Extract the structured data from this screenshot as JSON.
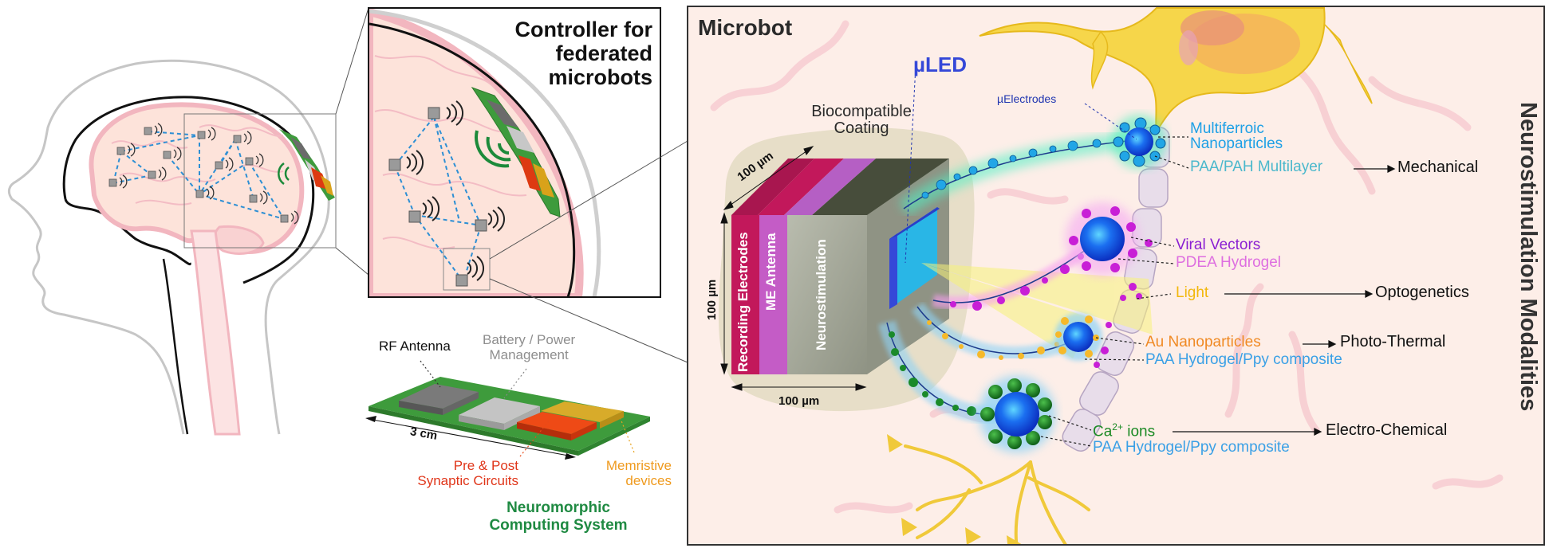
{
  "colors": {
    "microbot_bg": "#fdeee8",
    "brain_fill": "#fde3da",
    "brain_line": "#f0b8c0",
    "network_link": "#2d8fd4",
    "pcb_green": "#3e9b3c",
    "rf_antenna": "#6d6d6d",
    "battery": "#b9b9b9",
    "synaptic": "#dd3a12",
    "memristive": "#d9a21a",
    "recording_layer": "#c2185b",
    "me_layer": "#c05ec8",
    "stim_layer": "#9da192",
    "uled": "#3548d8",
    "nanoparticle_blue": "#1461e6",
    "neuron_yellow": "#f6d64a"
  },
  "controller_panel": {
    "title_lines": [
      "Controller for",
      "federated",
      "microbots"
    ]
  },
  "neuromorphic": {
    "rf_antenna": "RF Antenna",
    "battery_lines": [
      "Battery / Power",
      "Management"
    ],
    "dimension": "3 cm",
    "synaptic_lines": [
      "Pre & Post",
      "Synaptic Circuits"
    ],
    "memristive_lines": [
      "Memristive",
      "devices"
    ],
    "system_title_lines": [
      "Neuromorphic",
      "Computing System"
    ]
  },
  "microbot": {
    "title": "Microbot",
    "coating_lines": [
      "Biocompatible",
      "Coating"
    ],
    "dim_depth": "100 µm",
    "dim_height": "100 µm",
    "dim_width": "100 µm",
    "layers": [
      "Recording Electrodes",
      "ME Antenna",
      "Neurostimulation"
    ],
    "uled": "µLED",
    "uelectrodes": "µElectrodes"
  },
  "modalities": {
    "side_title": "Neurostimulation Modalities",
    "rows": [
      {
        "agent": "Multiferroic",
        "agent2": "Nanoparticles",
        "carrier": "PAA/PAH Multilayer",
        "result": "Mechanical",
        "agent_color": "#1ea0e6",
        "carrier_color": "#4bb8cc"
      },
      {
        "agent": "Viral Vectors",
        "carrier": "PDEA Hydrogel",
        "agent_color": "#8a1fd2",
        "carrier_color": "#de6fe0"
      },
      {
        "agent": "Light",
        "result": "Optogenetics",
        "agent_color": "#f2b80e"
      },
      {
        "agent": "Au Nanoparticles",
        "carrier": "PAA Hydrogel/Ppy composite",
        "result": "Photo-Thermal",
        "agent_color": "#f08a24",
        "carrier_color": "#3aa0e6"
      },
      {
        "agent": "Ca",
        "agent_sup": "2+",
        "agent_tail": " ions",
        "carrier": "PAA Hydrogel/Ppy composite",
        "result": "Electro-Chemical",
        "agent_color": "#1c8a25",
        "carrier_color": "#3aa0e6"
      }
    ]
  }
}
